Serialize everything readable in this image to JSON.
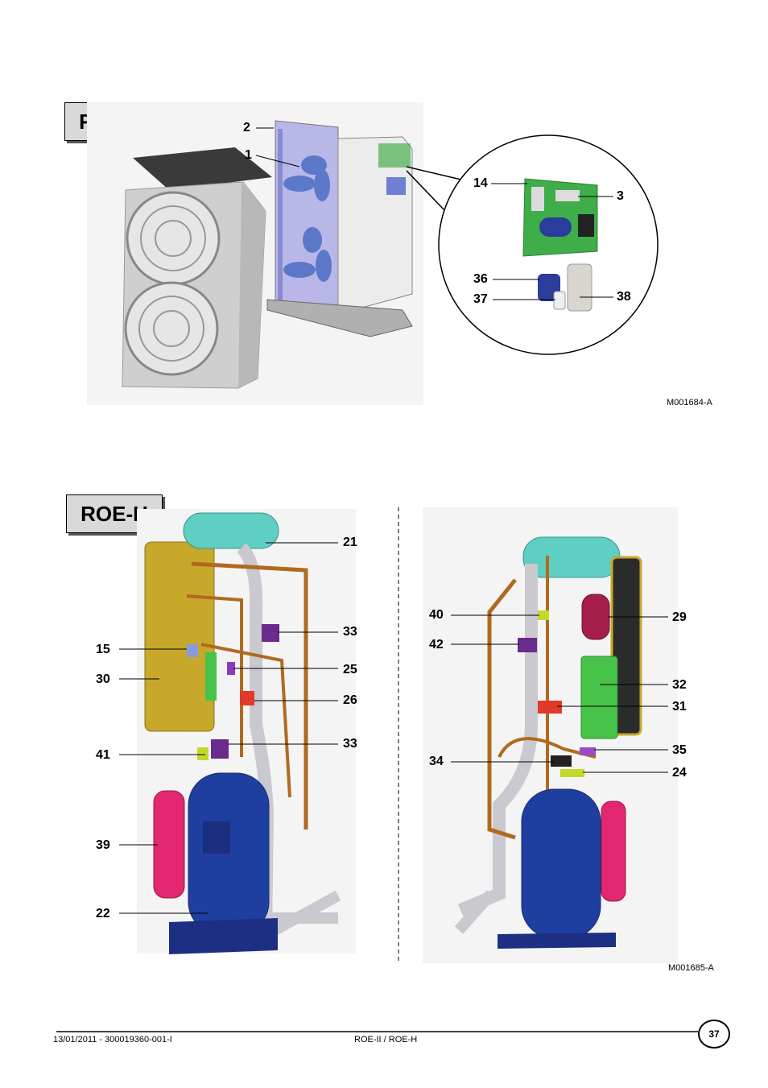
{
  "figure1": {
    "title": "ROE-H",
    "reference": "M001684-A",
    "callouts": [
      "2",
      "1",
      "14",
      "3",
      "36",
      "37",
      "38"
    ]
  },
  "figure2": {
    "title": "ROE-H",
    "reference": "M001685-A",
    "left_callouts": [
      "21",
      "33",
      "15",
      "25",
      "30",
      "26",
      "33",
      "41",
      "39",
      "22"
    ],
    "right_callouts": [
      "40",
      "29",
      "42",
      "32",
      "31",
      "35",
      "34",
      "24"
    ]
  },
  "footer": {
    "left": "13/01/2011 - 300019360-001-I",
    "center": "ROE-II / ROE-H",
    "page_number": "37"
  },
  "colors": {
    "fan_blue": "#5b78c9",
    "pcb_green": "#3fae49",
    "heat_exchanger_yellow": "#c8a82a",
    "tank_cyan": "#5fcfc3",
    "compressor_blue": "#1f3fa0",
    "pipe_copper": "#b06a1f",
    "filter_pink": "#e2266f"
  }
}
